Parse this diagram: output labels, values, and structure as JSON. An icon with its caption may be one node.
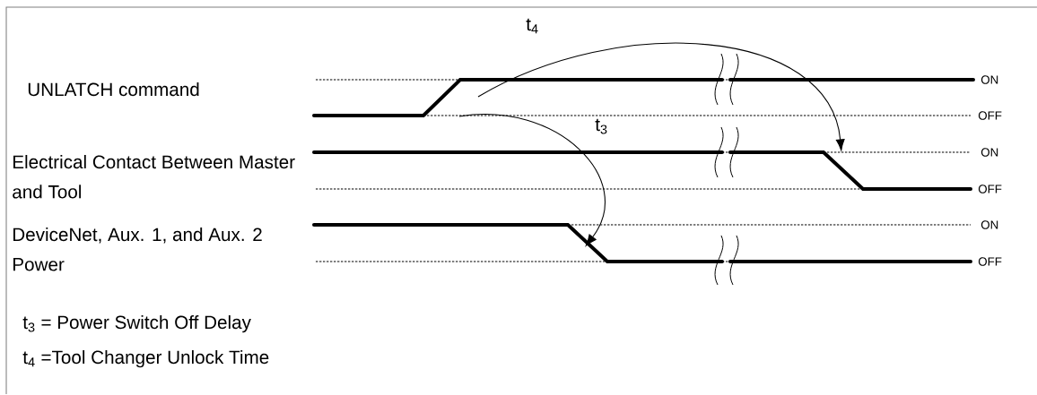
{
  "diagram": {
    "labels": [
      "t$_{4}$",
      "ON",
      "UNLATCH command",
      "OFF",
      "t$_{3}$",
      "Electrical Contact Between Master and Tool",
      "ON",
      "OFF",
      "DeviceNet, Aux. 1, and Aux. 2 Power",
      "ON",
      "OFF",
      "t$_{3}$ = Power Switch Off Delay",
      "t$_{4}$ =Tool Changer Unlock Time"
    ]
  }
}
